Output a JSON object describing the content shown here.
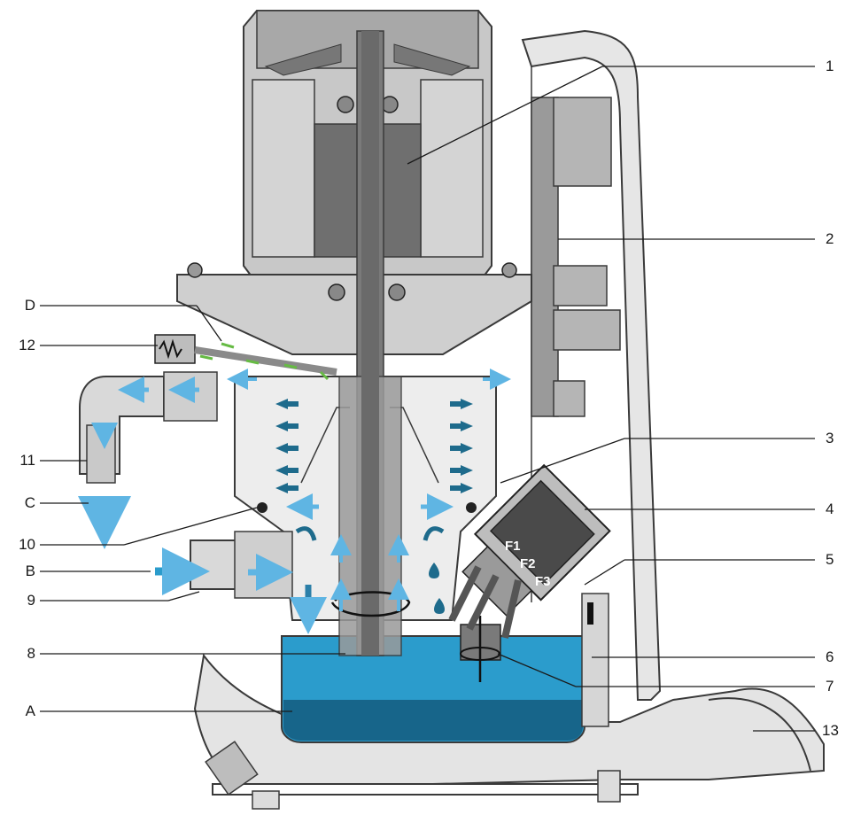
{
  "labels": {
    "right": [
      "1",
      "2",
      "3",
      "4",
      "5",
      "6",
      "7",
      "13"
    ],
    "left": [
      "D",
      "12",
      "11",
      "C",
      "10",
      "B",
      "9",
      "8",
      "A"
    ]
  },
  "filters": [
    "F1",
    "F2",
    "F3"
  ],
  "colors": {
    "housing": "#c9c9c9",
    "housing_dark": "#8f8f8f",
    "shaft": "#7d7d7d",
    "base": "#dcdcdc",
    "water": "#2b9ccc",
    "water_deep": "#17658a",
    "arrow_light": "#5fb5e3",
    "arrow_dark": "#1e6b8c",
    "arrow_green": "#66bb44",
    "line": "#1a1a1a"
  }
}
